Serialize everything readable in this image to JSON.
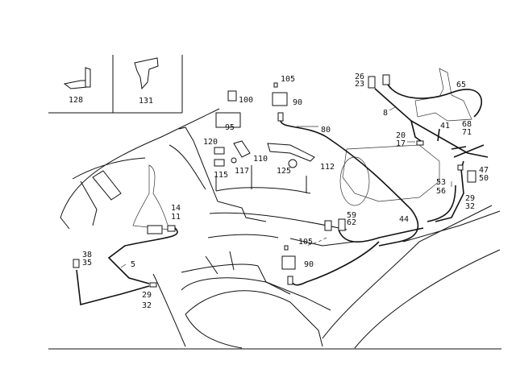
{
  "diagram": {
    "type": "exploded parts diagram",
    "inset_parts": [
      "128",
      "131"
    ],
    "callouts": [
      {
        "id": "c128",
        "text": "128"
      },
      {
        "id": "c131",
        "text": "131"
      },
      {
        "id": "c100",
        "text": "100"
      },
      {
        "id": "c105a",
        "text": "105"
      },
      {
        "id": "c90a",
        "text": "90"
      },
      {
        "id": "c95",
        "text": "95"
      },
      {
        "id": "c120",
        "text": "120"
      },
      {
        "id": "c80",
        "text": "80"
      },
      {
        "id": "c110",
        "text": "110"
      },
      {
        "id": "c117",
        "text": "117"
      },
      {
        "id": "c115",
        "text": "115"
      },
      {
        "id": "c125",
        "text": "125"
      },
      {
        "id": "c112",
        "text": "112"
      },
      {
        "id": "c26",
        "text": "26"
      },
      {
        "id": "c23",
        "text": "23"
      },
      {
        "id": "c65",
        "text": "65"
      },
      {
        "id": "c8",
        "text": "8"
      },
      {
        "id": "c41",
        "text": "41"
      },
      {
        "id": "c68",
        "text": "68"
      },
      {
        "id": "c71",
        "text": "71"
      },
      {
        "id": "c20",
        "text": "20"
      },
      {
        "id": "c17",
        "text": "17"
      },
      {
        "id": "c47",
        "text": "47"
      },
      {
        "id": "c50",
        "text": "50"
      },
      {
        "id": "c53",
        "text": "53"
      },
      {
        "id": "c56",
        "text": "56"
      },
      {
        "id": "c29a",
        "text": "29"
      },
      {
        "id": "c32a",
        "text": "32"
      },
      {
        "id": "c59",
        "text": "59"
      },
      {
        "id": "c62",
        "text": "62"
      },
      {
        "id": "c44",
        "text": "44"
      },
      {
        "id": "c105b",
        "text": "105"
      },
      {
        "id": "c90b",
        "text": "90"
      },
      {
        "id": "c14",
        "text": "14"
      },
      {
        "id": "c11",
        "text": "11"
      },
      {
        "id": "c38",
        "text": "38"
      },
      {
        "id": "c35",
        "text": "35"
      },
      {
        "id": "c5",
        "text": "5"
      },
      {
        "id": "c29b",
        "text": "29"
      },
      {
        "id": "c32b",
        "text": "32"
      }
    ]
  }
}
